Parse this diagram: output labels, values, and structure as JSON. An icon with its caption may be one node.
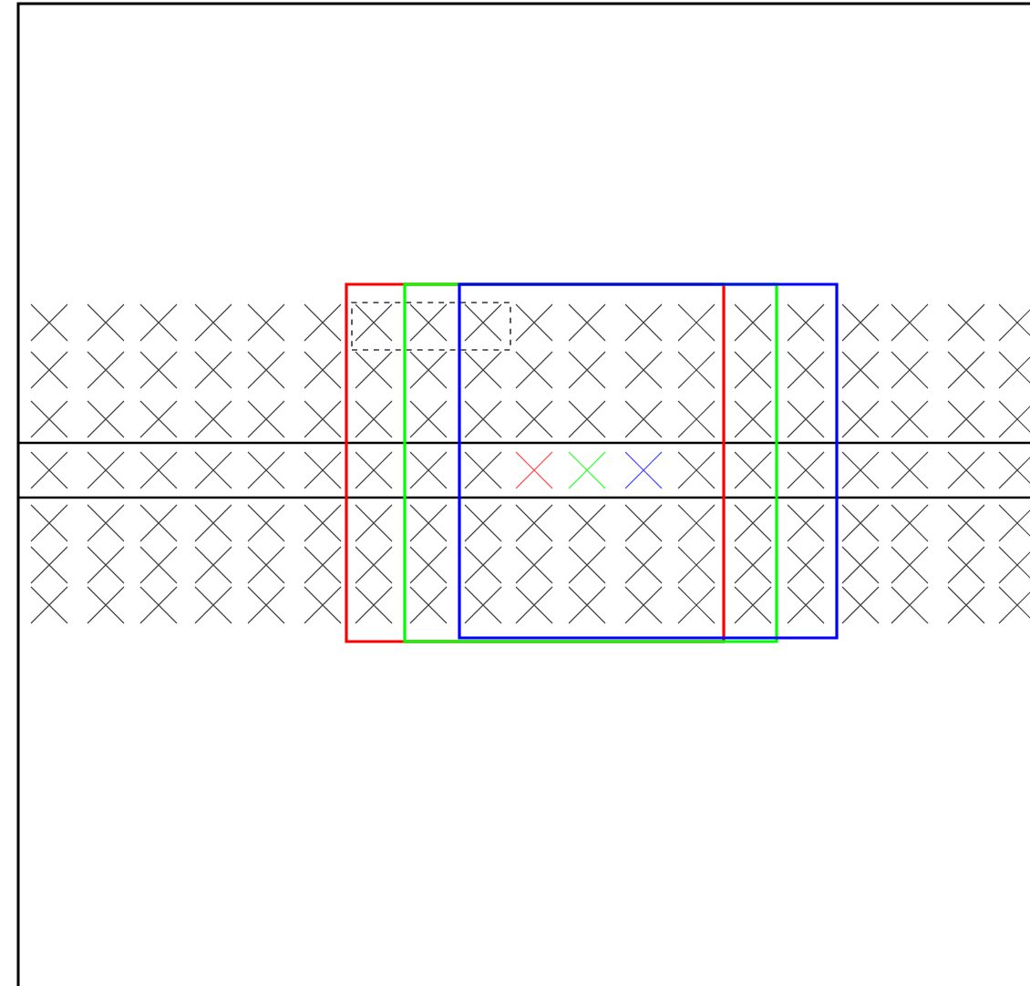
{
  "diagram": {
    "nodes": [
      {
        "text": [],
        "shape": "box"
      },
      {
        "text": [],
        "shape": "box",
        "in": 0
      },
      {
        "text": [],
        "shape": "box"
      },
      {
        "text": [],
        "shape": "box"
      }
    ]
  }
}
